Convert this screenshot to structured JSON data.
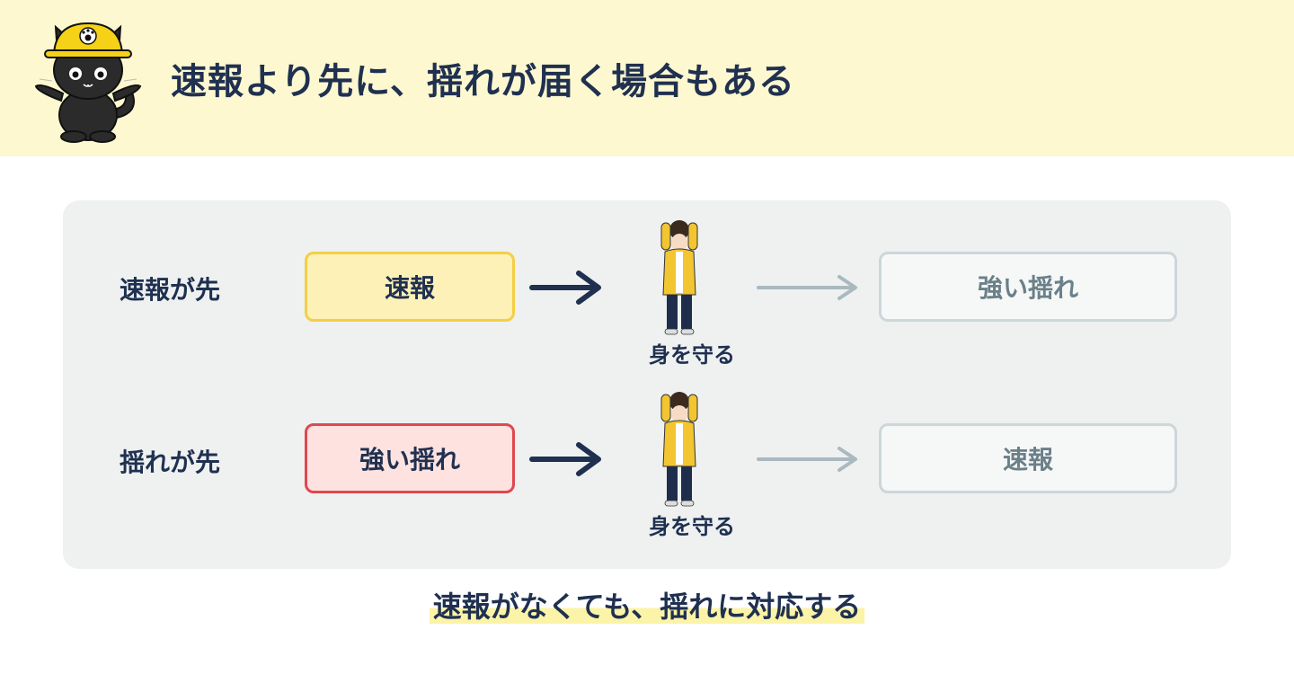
{
  "header": {
    "title": "速報より先に、揺れが届く場合もある",
    "mascot_icon": "black-cat-helmet-mascot"
  },
  "rows": [
    {
      "label": "速報が先",
      "first_box": "速報",
      "first_box_color": "#f4cf45",
      "action": "身を守る",
      "second_box": "強い揺れ"
    },
    {
      "label": "揺れが先",
      "first_box": "強い揺れ",
      "first_box_color": "#e0474f",
      "action": "身を守る",
      "second_box": "速報"
    }
  ],
  "takeaway": "速報がなくても、揺れに対応する",
  "colors": {
    "navy": "#1f3050",
    "header_bg": "#fdf8cf",
    "panel_bg": "#eef1f0",
    "faded_arrow": "#a9b9bf"
  }
}
